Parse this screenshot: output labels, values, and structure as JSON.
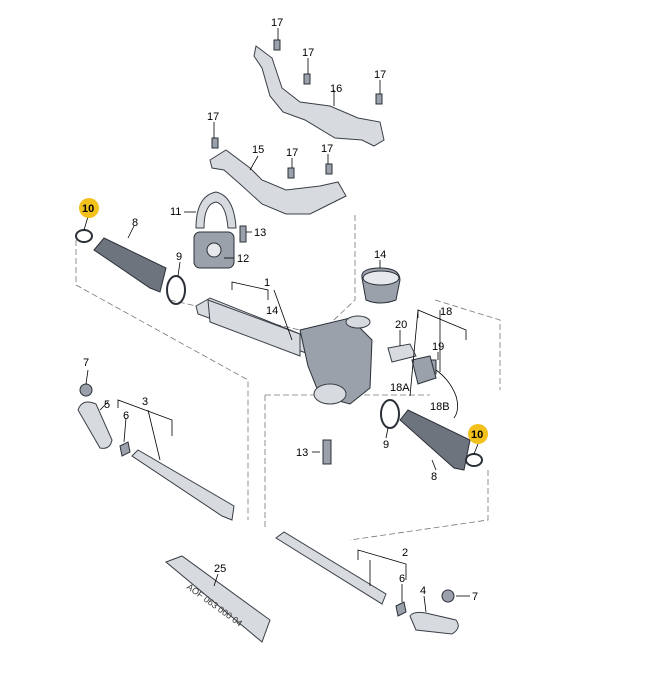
{
  "labels": {
    "p1": "1",
    "p2": "2",
    "p3": "3",
    "p4": "4",
    "p5": "5",
    "p6": "6",
    "p7": "7",
    "p8": "8",
    "p9": "9",
    "p10": "10",
    "p11": "11",
    "p12": "12",
    "p13": "13",
    "p14": "14",
    "p15": "15",
    "p16": "16",
    "p17": "17",
    "p18": "18",
    "p18a": "18A",
    "p18b": "18B",
    "p19": "19",
    "p20": "20",
    "p25": "25"
  },
  "tube_text": "AOF 063 000 04",
  "colors": {
    "highlight": "#f3c11b"
  }
}
